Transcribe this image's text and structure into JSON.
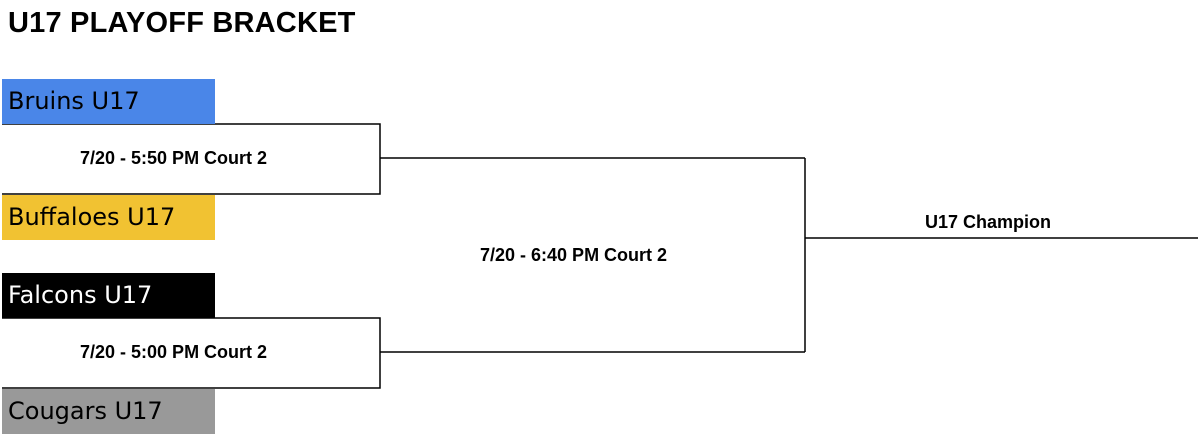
{
  "title": "U17 PLAYOFF BRACKET",
  "teams": [
    {
      "name": "Bruins U17",
      "color": "#4a86e8",
      "text_color": "#000000"
    },
    {
      "name": "Buffaloes U17",
      "color": "#f1c232",
      "text_color": "#000000"
    },
    {
      "name": "Falcons U17",
      "color": "#000000",
      "text_color": "#ffffff"
    },
    {
      "name": "Cougars U17",
      "color": "#999999",
      "text_color": "#000000"
    }
  ],
  "games": {
    "semifinal_1": "7/20 - 5:50 PM Court 2",
    "semifinal_2": "7/20 - 5:00 PM Court 2",
    "final": "7/20 - 6:40 PM Court 2"
  },
  "champion_label": "U17 Champion"
}
